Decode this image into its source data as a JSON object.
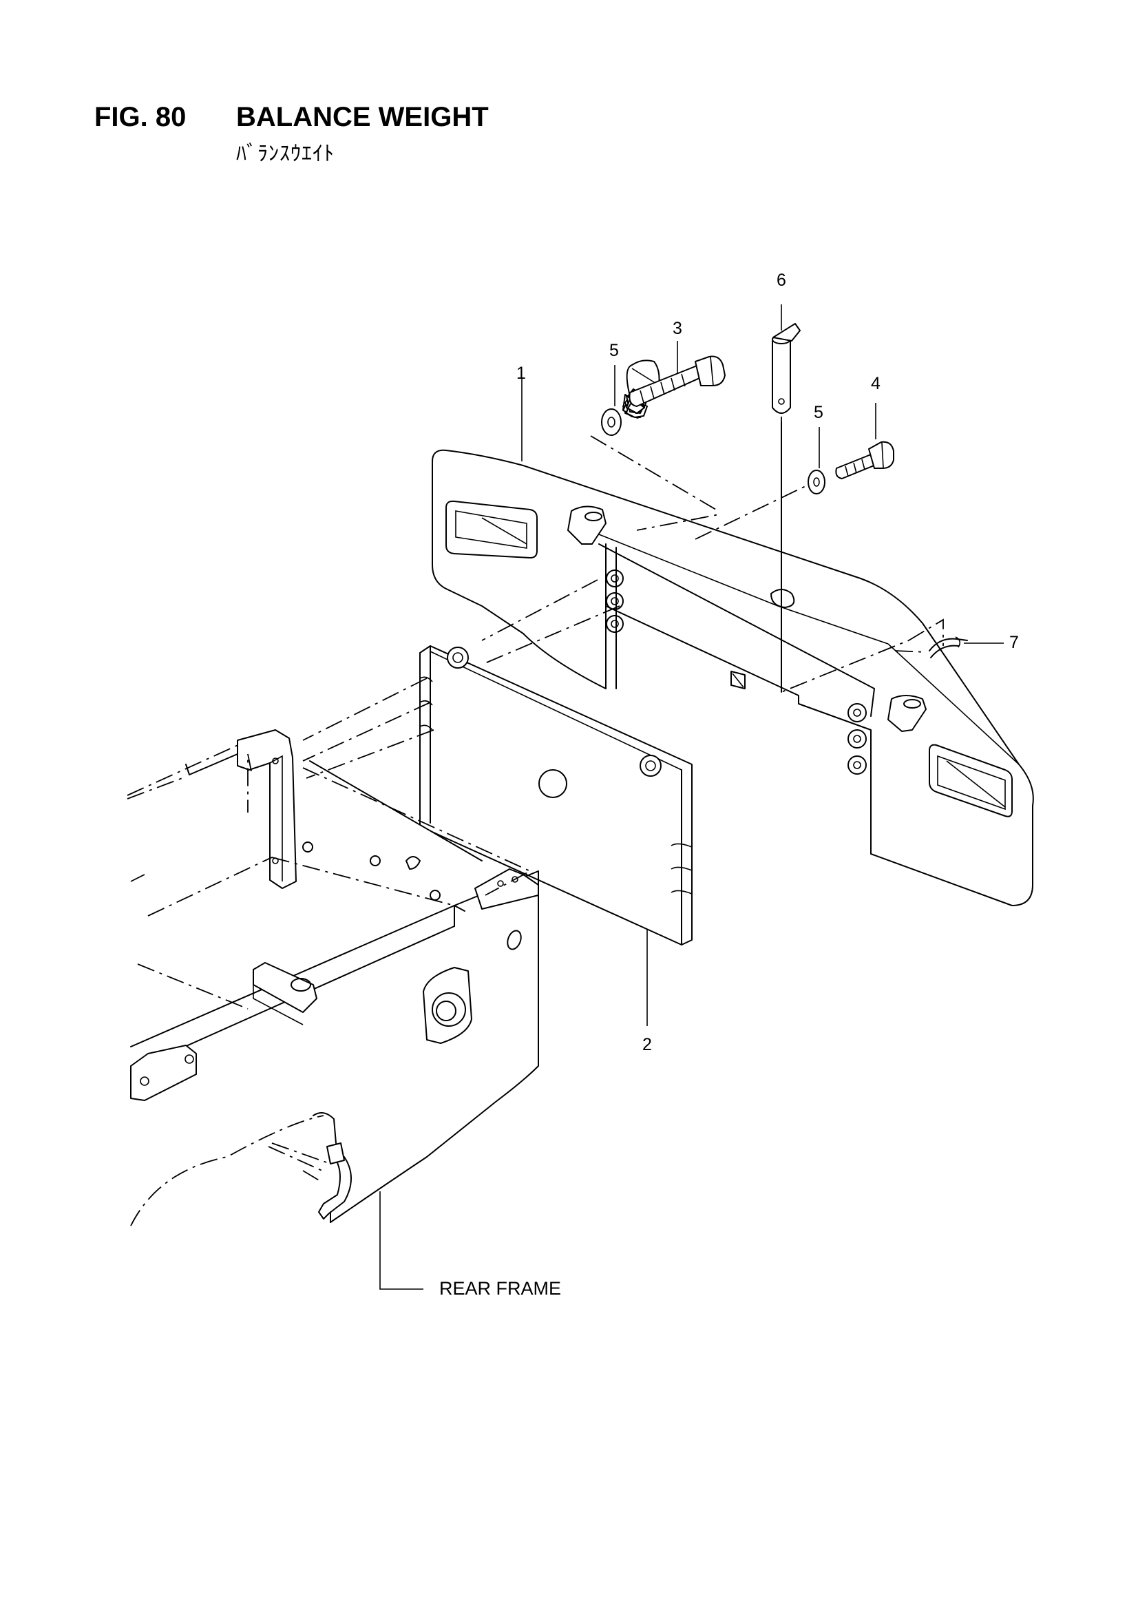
{
  "header": {
    "figure_number": "FIG. 80",
    "title": "BALANCE WEIGHT",
    "subtitle": "ﾊﾞﾗﾝｽｳｴｲﾄ"
  },
  "callouts": {
    "c1": "1",
    "c2": "2",
    "c3": "3",
    "c4": "4",
    "c5a": "5",
    "c5b": "5",
    "c6": "6",
    "c7": "7",
    "rear_frame": "REAR FRAME"
  }
}
